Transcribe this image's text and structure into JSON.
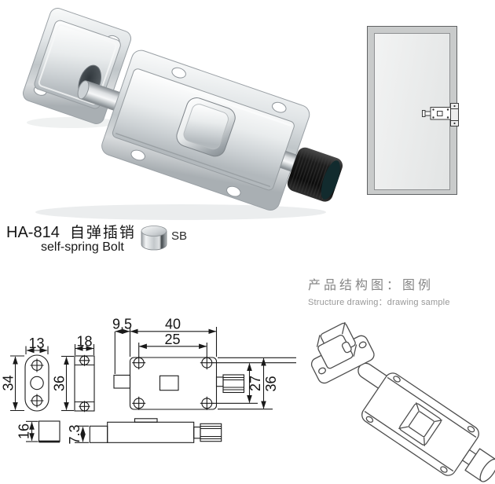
{
  "product": {
    "code": "HA-814",
    "name_cn": "自弹插销",
    "name_en": "self-spring Bolt",
    "material_label": "SB"
  },
  "structure_heading": {
    "cn": "产品结构图：图例",
    "en": "Structure drawing：drawing sample"
  },
  "drawing_dims": {
    "plate_w": "13",
    "plate_h": "34",
    "keeper_w": "18",
    "keeper_h": "36",
    "pin_offset": "9.5",
    "body_w": "40",
    "hole_span": "25",
    "hole_vspan": "27",
    "body_h": "36",
    "square": "16",
    "pin_d": "7.3"
  },
  "colors": {
    "metal_light": "#eef0f1",
    "metal_mid": "#c6cbce",
    "knob_black": "#141414",
    "drawing_line": "#1a1a1a",
    "heading_gray": "#8a8a8a",
    "door_frame_gray": "#c9cbcb",
    "door_panel_gray": "#ececec"
  }
}
